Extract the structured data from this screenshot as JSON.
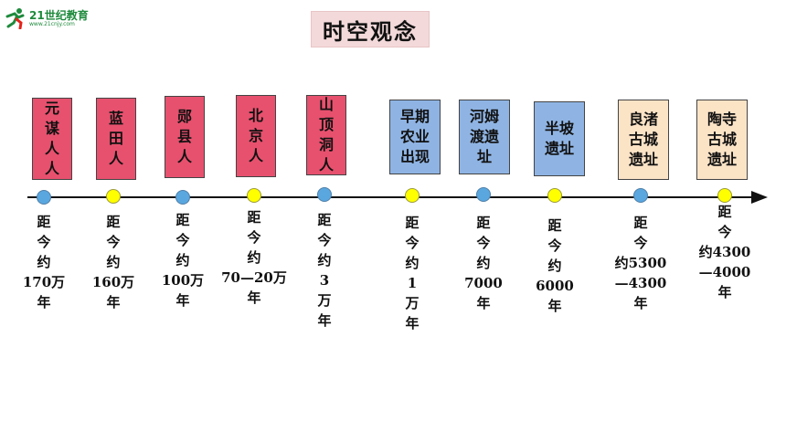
{
  "logo": {
    "brand": "21世纪教育",
    "site": "www.21cnjy.com"
  },
  "title": "时空观念",
  "events": [
    {
      "box": "元\n谋\n人\n人",
      "box_color": "pink",
      "dot": "blue",
      "label": "距\n今\n约\n170万\n年"
    },
    {
      "box": "蓝\n田\n人",
      "box_color": "pink",
      "dot": "yellow",
      "label": "距\n今\n约\n160万\n年"
    },
    {
      "box": "郧\n县\n人",
      "box_color": "pink",
      "dot": "blue",
      "label": "距\n今\n约\n100万\n年"
    },
    {
      "box": "北\n京\n人",
      "box_color": "pink",
      "dot": "yellow",
      "label": "距\n今\n约\n70—20万\n年"
    },
    {
      "box": "山\n顶\n洞\n人",
      "box_color": "pink",
      "dot": "blue",
      "label": "距\n今\n约\n3\n万\n年"
    },
    {
      "box": "早期\n农业\n出现",
      "box_color": "blue",
      "dot": "yellow",
      "label": "距\n今\n约\n1\n万\n年"
    },
    {
      "box": "河姆\n渡遗\n址",
      "box_color": "blue",
      "dot": "blue",
      "label": "距\n今\n约\n7000\n年"
    },
    {
      "box": "半坡\n遗址",
      "box_color": "blue",
      "dot": "yellow",
      "label": "距\n今\n约\n6000\n年"
    },
    {
      "box": "良渚\n古城\n遗址",
      "box_color": "cream",
      "dot": "blue",
      "label": "距\n今\n约5300\n—4300\n年"
    },
    {
      "box": "陶寺\n古城\n遗址",
      "box_color": "cream",
      "dot": "yellow",
      "label": "距\n今\n约4300\n—4000\n年"
    }
  ]
}
